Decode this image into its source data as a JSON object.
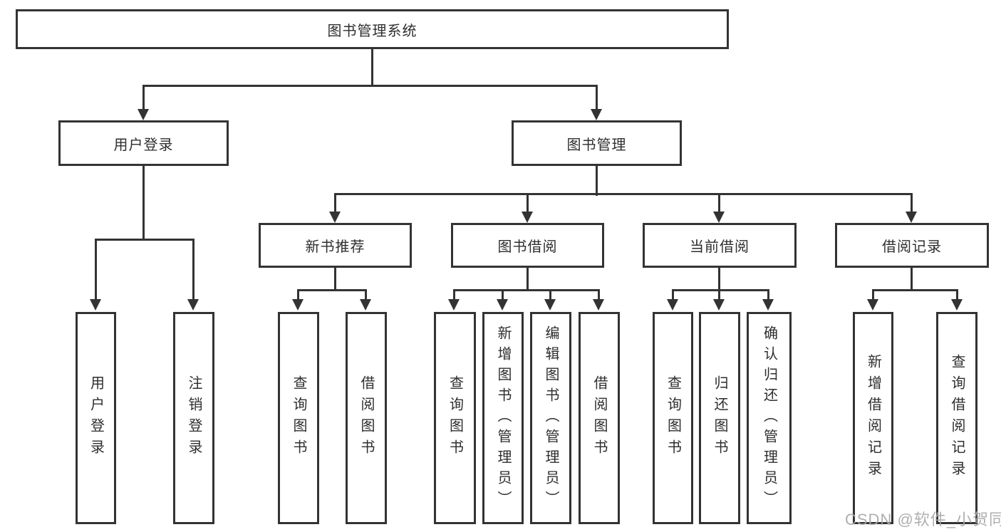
{
  "diagram": {
    "root": {
      "label": "图书管理系统"
    },
    "branches": [
      {
        "label": "用户登录"
      },
      {
        "label": "图书管理"
      }
    ],
    "modules": [
      {
        "label": "新书推荐"
      },
      {
        "label": "图书借阅"
      },
      {
        "label": "当前借阅"
      },
      {
        "label": "借阅记录"
      }
    ],
    "leaves": [
      {
        "label": "用户登录",
        "parent": "用户登录"
      },
      {
        "label": "注销登录",
        "parent": "用户登录"
      },
      {
        "label": "查询图书",
        "parent": "新书推荐"
      },
      {
        "label": "借阅图书",
        "parent": "新书推荐"
      },
      {
        "label": "查询图书",
        "parent": "图书借阅"
      },
      {
        "label": "新增图书（管理员）",
        "parent": "图书借阅"
      },
      {
        "label": "编辑图书（管理员）",
        "parent": "图书借阅"
      },
      {
        "label": "借阅图书",
        "parent": "图书借阅"
      },
      {
        "label": "查询图书",
        "parent": "当前借阅"
      },
      {
        "label": "归还图书",
        "parent": "当前借阅"
      },
      {
        "label": "确认归还（管理员）",
        "parent": "当前借阅"
      },
      {
        "label": "新增借阅记录",
        "parent": "借阅记录"
      },
      {
        "label": "查询借阅记录",
        "parent": "借阅记录"
      }
    ]
  },
  "watermark": "CSDN @软件_小贺同学",
  "colors": {
    "line": "#333333",
    "text": "#2e2e2e",
    "watermark": "#a8a8a8",
    "background": "#ffffff"
  }
}
